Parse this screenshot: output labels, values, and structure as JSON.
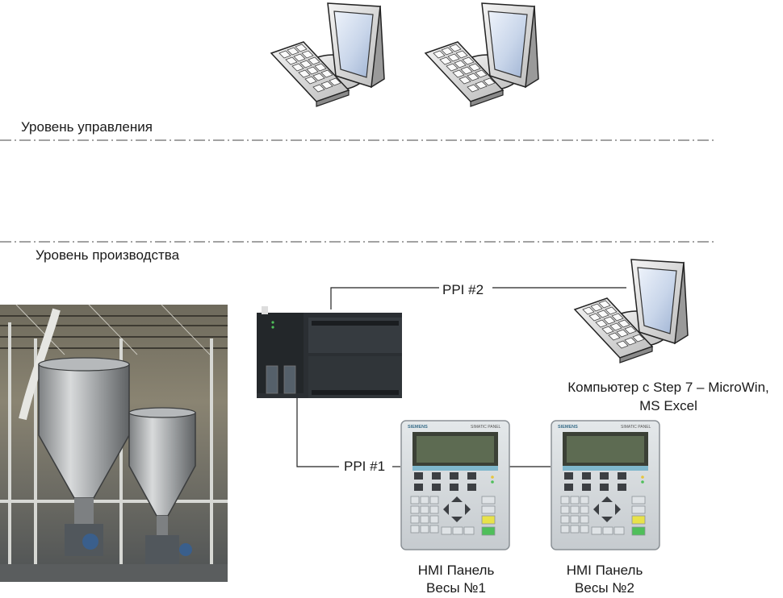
{
  "levels": {
    "control_label": "Уровень управления",
    "production_label": "Уровень производства"
  },
  "links": {
    "ppi1": "PPI #1",
    "ppi2": "PPI #2"
  },
  "pc_caption": {
    "line1": "Компьютер с Step 7 – MicroWin,",
    "line2": "MS Excel"
  },
  "hmi1": {
    "line1": "HMI Панель",
    "line2": "Весы №1"
  },
  "hmi2": {
    "line1": "HMI Панель",
    "line2": "Весы №2"
  },
  "panel": {
    "brand": "SIEMENS",
    "model": "SIMATIC PANEL"
  },
  "colors": {
    "lcd": "#5d6b52",
    "ack_key": "#e8e24a",
    "enter_key": "#4fbf5a",
    "plc_body": "#2b2f33"
  }
}
